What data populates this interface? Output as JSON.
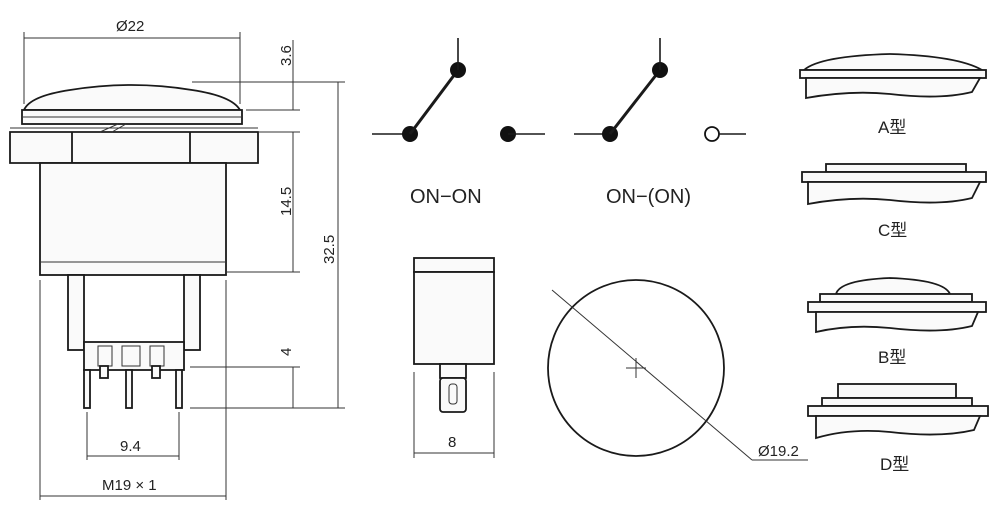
{
  "dimensions": {
    "head_diameter": "Ø22",
    "dome_height": "3.6",
    "body_height": "14.5",
    "total_height": "32.5",
    "terminal_length": "4",
    "terminal_pitch": "9.4",
    "thread": "M19 × 1",
    "terminal_width": "8",
    "panel_hole_diameter": "Ø19.2"
  },
  "circuits": {
    "on_on": "ON−ON",
    "on_mom": "ON−(ON)"
  },
  "head_types": {
    "a": "A型",
    "c": "C型",
    "b": "B型",
    "d": "D型"
  }
}
